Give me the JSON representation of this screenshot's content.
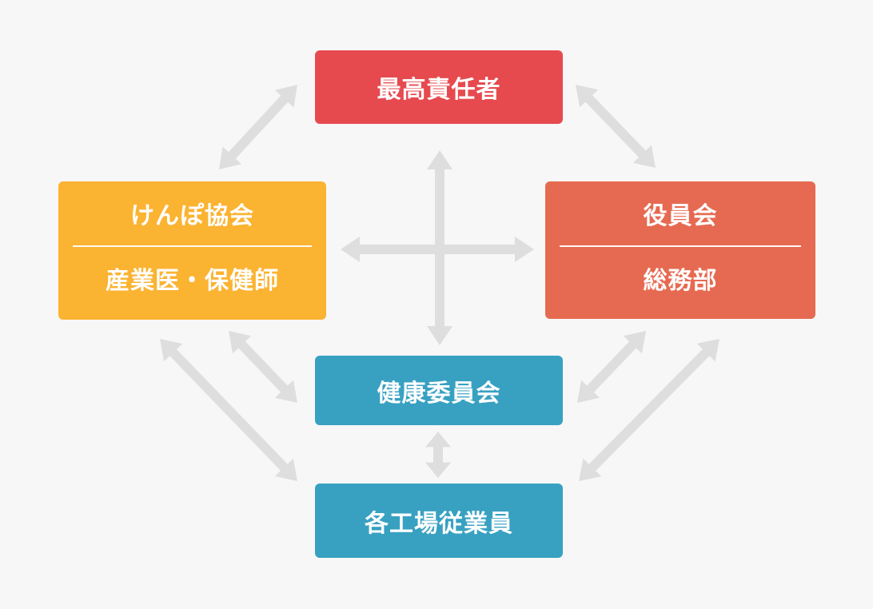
{
  "colors": {
    "background": "#f7f7f7",
    "arrow": "#dedede",
    "top_red": "#e64a4f",
    "left_orange": "#fbb332",
    "right_red_orange": "#e66a51",
    "blue": "#38a1c2",
    "text": "#ffffff"
  },
  "boxes": {
    "top": {
      "label": "最高責任者"
    },
    "left": {
      "line1": "けんぽ協会",
      "line2": "産業医・保健師"
    },
    "right": {
      "line1": "役員会",
      "line2": "総務部"
    },
    "middle": {
      "label": "健康委員会"
    },
    "bottom": {
      "label": "各工場従業員"
    }
  },
  "connections": [
    {
      "from": "left",
      "to": "top",
      "direction": "both"
    },
    {
      "from": "top",
      "to": "right",
      "direction": "both"
    },
    {
      "from": "left",
      "to": "right",
      "direction": "both"
    },
    {
      "from": "top",
      "to": "middle",
      "direction": "both"
    },
    {
      "from": "left",
      "to": "middle",
      "direction": "both"
    },
    {
      "from": "right",
      "to": "middle",
      "direction": "both"
    },
    {
      "from": "left",
      "to": "bottom",
      "direction": "both"
    },
    {
      "from": "right",
      "to": "bottom",
      "direction": "both"
    },
    {
      "from": "middle",
      "to": "bottom",
      "direction": "both"
    }
  ]
}
